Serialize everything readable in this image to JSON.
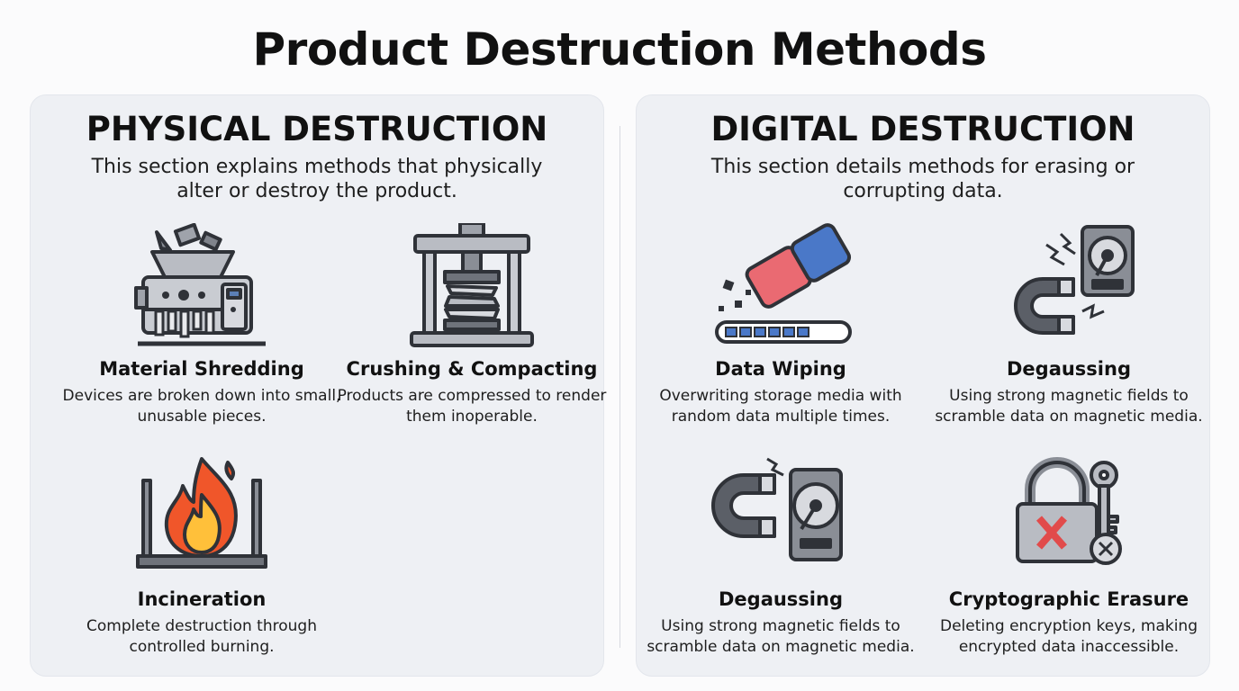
{
  "title": "Product Destruction Methods",
  "physical": {
    "title": "PHYSICAL DESTRUCTION",
    "subtitle": "This section explains methods that physically alter or destroy the product.",
    "items": [
      {
        "icon": "shredder-icon",
        "label": "Material Shredding",
        "desc": "Devices are broken down into small, unusable pieces."
      },
      {
        "icon": "hydraulic-press-icon",
        "label": "Crushing & Compacting",
        "desc": "Products are compressed to render them inoperable."
      },
      {
        "icon": "fire-icon",
        "label": "Incineration",
        "desc": "Complete destruction through controlled burning."
      }
    ]
  },
  "digital": {
    "title": "DIGITAL DESTRUCTION",
    "subtitle": "This section details methods for erasing or corrupting data.",
    "items": [
      {
        "icon": "eraser-icon",
        "label": "Data Wiping",
        "desc": "Overwriting storage media with random data multiple times."
      },
      {
        "icon": "magnet-hard-drive-icon",
        "label": "Degaussing",
        "desc": "Using strong magnetic fields to scramble data on magnetic media."
      },
      {
        "icon": "magnet-hard-drive-icon",
        "label": "Degaussing",
        "desc": "Using strong magnetic fields to scramble data on magnetic media."
      },
      {
        "icon": "padlock-key-icon",
        "label": "Cryptographic Erasure",
        "desc": "Deleting encryption keys, making encrypted data inaccessible."
      }
    ]
  },
  "colors": {
    "panel": "#eef0f4",
    "metal": "#b9bcc3",
    "dark": "#3a3d44",
    "flame_outer": "#f0562a",
    "flame_inner": "#ffc03a",
    "eraser_red": "#ea6a72",
    "eraser_blue": "#4a78c8",
    "error_red": "#e14b4b"
  }
}
